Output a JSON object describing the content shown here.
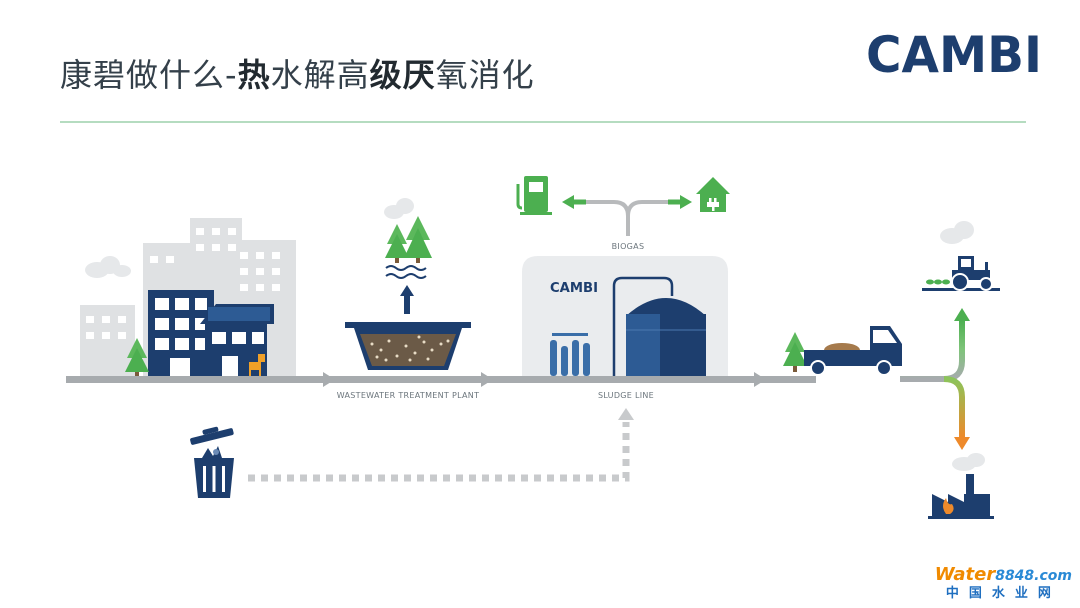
{
  "slide": {
    "title_part1": "康碧做什么-",
    "title_bold1": "热",
    "title_part2": "水解高",
    "title_bold2": "级厌",
    "title_part3": "氧消化"
  },
  "logo": {
    "text": "CAMBI",
    "tank_text": "CAMBI"
  },
  "diagram": {
    "label_wwtp": "WASTEWATER TREATMENT PLANT",
    "label_sludge": "SLUDGE LINE",
    "label_biogas": "BIOGAS"
  },
  "watermark": {
    "brand_word": "Water",
    "brand_num": "8848",
    "brand_suffix": ".com",
    "brand_cn": "中国水业网"
  },
  "colors": {
    "navy": "#1d3e6e",
    "green": "#4caf50",
    "gray": "#a7abae",
    "orange": "#ee8a2b"
  }
}
